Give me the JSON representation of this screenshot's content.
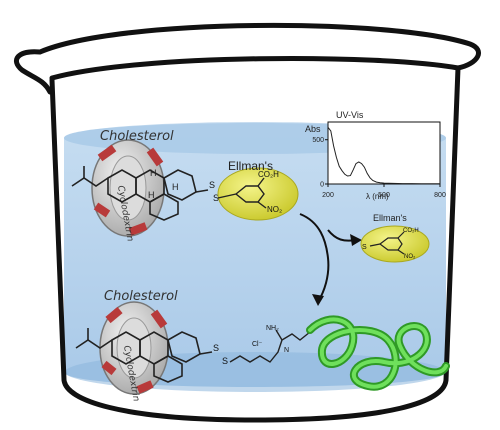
{
  "labels": {
    "cholesterol_top": "Cholesterol",
    "cholesterol_bottom": "Cholesterol",
    "cyclodextrin_top": "Cyclodextrin",
    "cyclodextrin_bottom": "Cyclodextrin",
    "ellmans_large": "Ellman's",
    "ellmans_small": "Ellman's",
    "cooh_large": "CO₂H",
    "no2_large": "NO₂",
    "s_large_1": "S",
    "s_large_2": "S",
    "cooh_small": "CO₂H",
    "no2_small": "NO₂",
    "s_small": "S",
    "s_bottom_1": "S",
    "s_bottom_2": "S",
    "cl_label": "Cl⁻",
    "nh2_label": "NH₂",
    "n_label": "N"
  },
  "inset": {
    "title": "UV-Vis",
    "ylabel": "Abs",
    "xlabel": "λ (nm)",
    "x_ticks": [
      "200",
      "500",
      "800"
    ],
    "y_ticks": [
      "0",
      "500"
    ]
  },
  "colors": {
    "water": "#b9d4ec",
    "water_surface": "#8fb8de",
    "ellman_yellow": "#dede3a",
    "protein_green": "#4ccc3c",
    "cyclodextrin_red": "#b83a3a"
  },
  "chart_data": {
    "type": "line",
    "title": "UV-Vis",
    "xlabel": "λ (nm)",
    "ylabel": "Abs",
    "xlim": [
      200,
      800
    ],
    "ylim": [
      0,
      700
    ],
    "series": [
      {
        "x": [
          200,
          215,
          230,
          245,
          260,
          275,
          290,
          305,
          320,
          335,
          350,
          365,
          380,
          395,
          410,
          425,
          440,
          460,
          480,
          500,
          550,
          600,
          650,
          700,
          750,
          800
        ],
        "y": [
          640,
          600,
          430,
          300,
          200,
          150,
          110,
          90,
          95,
          160,
          230,
          250,
          230,
          190,
          120,
          70,
          40,
          22,
          15,
          10,
          7,
          5,
          4,
          3,
          3,
          3
        ]
      }
    ]
  }
}
